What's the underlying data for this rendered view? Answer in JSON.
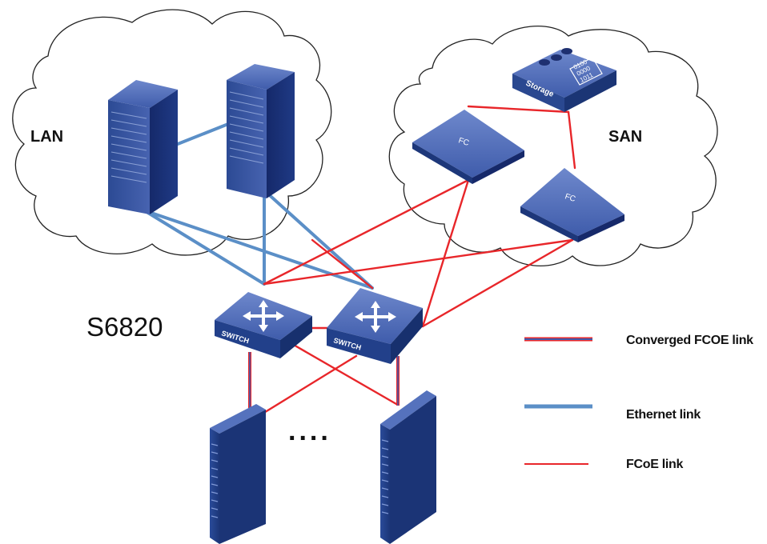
{
  "labels": {
    "lan": "LAN",
    "san": "SAN",
    "switch_model": "S6820",
    "ellipsis": "...."
  },
  "devices": {
    "switch_label": "SWITCH",
    "fc_label": "FC",
    "storage_label": "Storage",
    "storage_bits": [
      "0100",
      "0000",
      "1011"
    ]
  },
  "legend": [
    {
      "label": "Converged FCOE link",
      "kind": "converged"
    },
    {
      "label": "Ethernet link",
      "kind": "ethernet"
    },
    {
      "label": "FCoE link",
      "kind": "fcoe"
    }
  ],
  "colors": {
    "ethernet": "#5b8fc7",
    "fcoe": "#e8262a",
    "device_dark": "#1f3f86",
    "device_mid": "#3b5aa8",
    "cloud_stroke": "#222222"
  }
}
